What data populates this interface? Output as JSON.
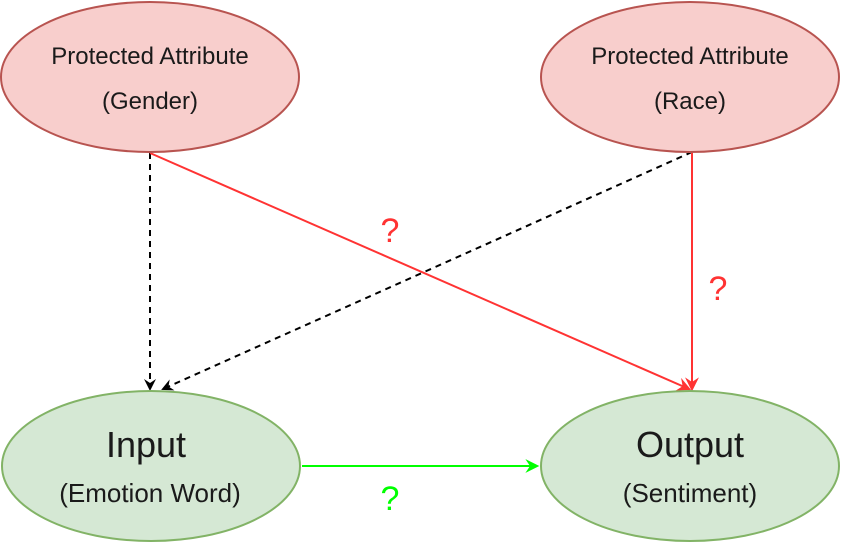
{
  "nodes": {
    "gender": {
      "line1": "Protected Attribute",
      "line2": "(Gender)"
    },
    "race": {
      "line1": "Protected Attribute",
      "line2": "(Race)"
    },
    "input": {
      "line1": "Input",
      "line2": "(Emotion Word)"
    },
    "output": {
      "line1": "Output",
      "line2": "(Sentiment)"
    }
  },
  "edge_labels": {
    "gender_to_output": "?",
    "race_to_output": "?",
    "input_to_output": "?"
  },
  "colors": {
    "protected_fill": "#f8cecc",
    "protected_stroke": "#b85450",
    "io_fill": "#d5e8d4",
    "io_stroke": "#82b366",
    "red_edge": "#ff3333",
    "green_edge": "#00ff00",
    "dashed_edge": "#000000"
  }
}
